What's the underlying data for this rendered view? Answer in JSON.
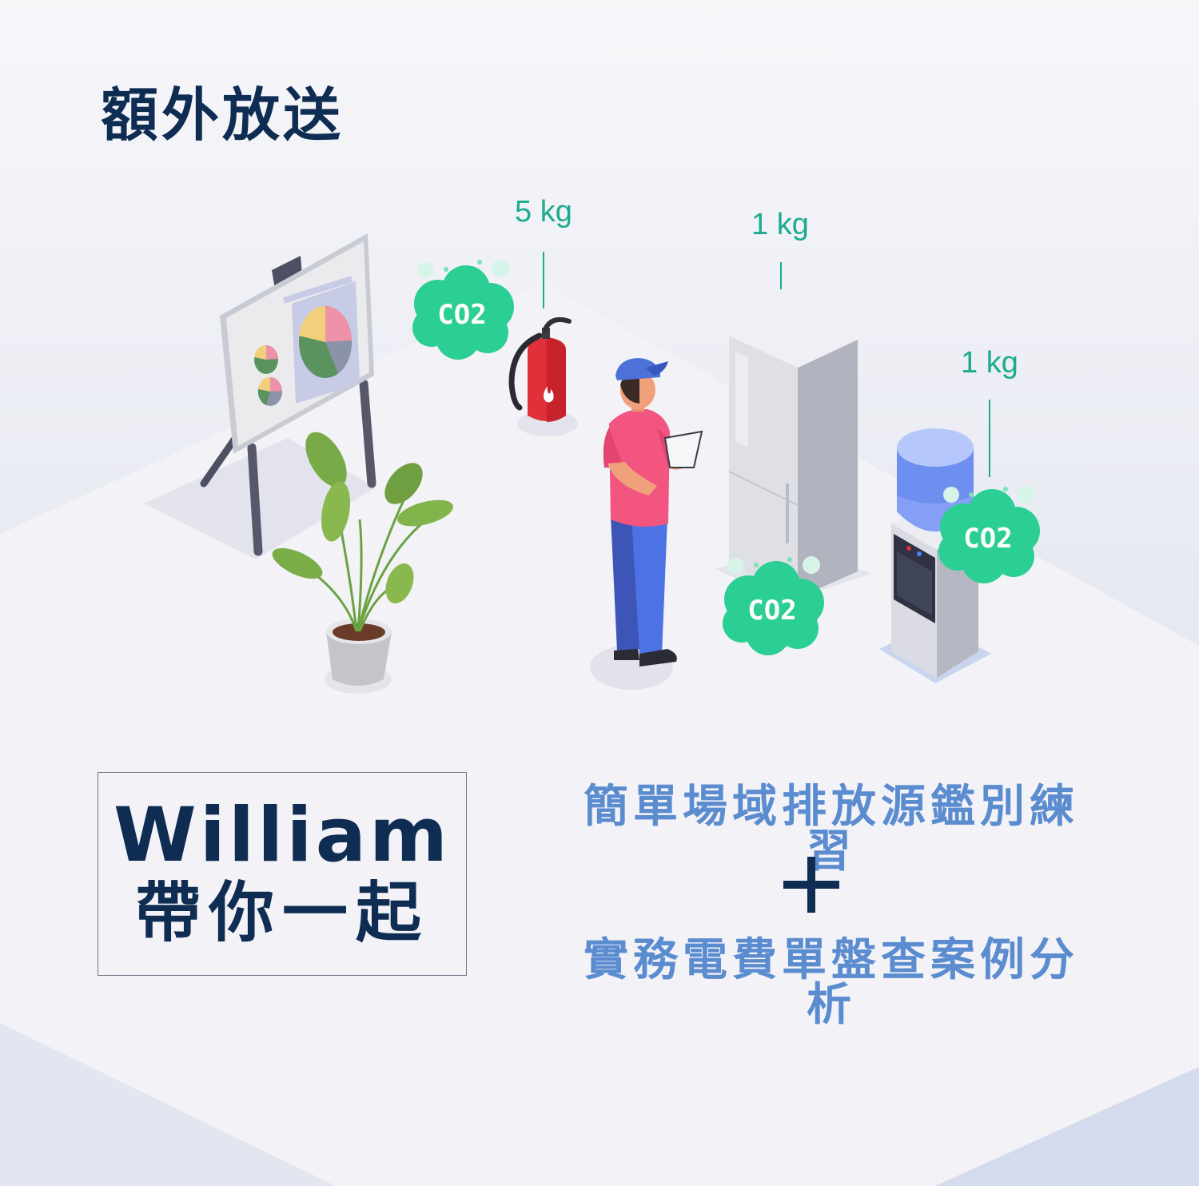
{
  "heading": "額外放送",
  "emissions": [
    {
      "label": "5 kg",
      "source": "fire-extinguisher"
    },
    {
      "label": "1 kg",
      "source": "refrigerator"
    },
    {
      "label": "1 kg",
      "source": "water-dispenser"
    }
  ],
  "co2_badge": "CO2",
  "host_box": {
    "line1": "William",
    "line2": "帶你一起"
  },
  "promo": {
    "line1": "簡單場域排放源鑑別練習",
    "plus": "+",
    "line2": "實務電費單盤查案例分析"
  },
  "colors": {
    "navy": "#0f2d52",
    "teal_label": "#1bab8f",
    "promo_blue": "#5a8ccf",
    "co2_green": "#2ccf93",
    "extinguisher_red": "#e0303a",
    "shirt_pink": "#f2557f",
    "pants_blue": "#3e63d6",
    "cap_blue": "#4c72d8"
  }
}
